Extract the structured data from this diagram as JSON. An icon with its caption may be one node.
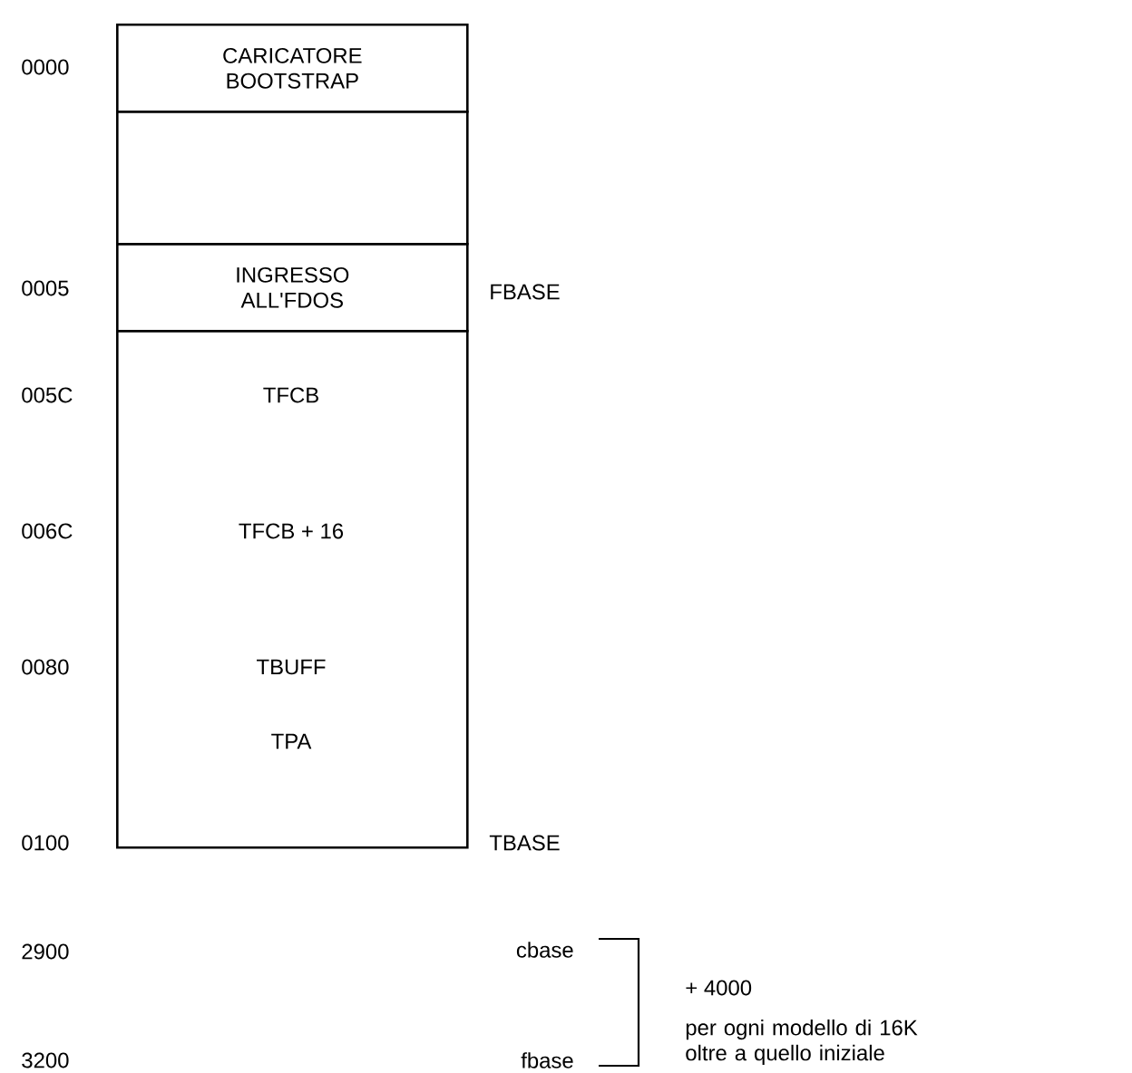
{
  "diagram": {
    "nodes": [
      {
        "text": [
          "CARICATORE BOOTSTRAP"
        ]
      },
      {
        "text": [],
        "shape": "box"
      },
      {
        "text": [
          "INGRESSO ALL'FDOS"
        ]
      },
      {
        "text": [
          "TFCB",
          "TFCB + 16",
          "TBUFF",
          "TPA"
        ]
      }
    ],
    "labels": [
      "0000",
      "0005",
      "FBASE",
      "005C",
      "006C",
      "0080",
      "0100",
      "TBASE",
      "2900",
      "cbase",
      "+ 4000",
      "per ogni modello di 16K oltre a quello iniziale",
      "3200",
      "fbase"
    ]
  }
}
